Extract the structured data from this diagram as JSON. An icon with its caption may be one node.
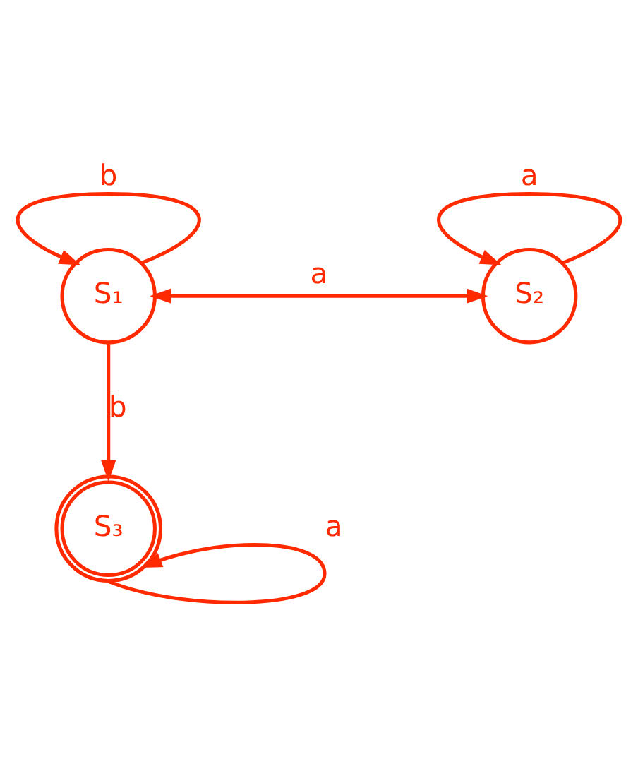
{
  "diagram": {
    "nodes": [
      {
        "text": [
          "S₁"
        ]
      },
      {
        "text": [
          "S₂"
        ]
      },
      {
        "text": [
          "S₃"
        ]
      }
    ],
    "edges": [
      {
        "from": 0,
        "to": 0,
        "arrow": "to",
        "label": "b"
      },
      {
        "from": 0,
        "to": 1,
        "arrow": "both",
        "label": "a"
      },
      {
        "from": 1,
        "to": 1,
        "arrow": "to",
        "label": "a"
      },
      {
        "from": 0,
        "to": 2,
        "arrow": "to",
        "label": "b"
      },
      {
        "from": 2,
        "to": 2,
        "arrow": "to",
        "label": "a"
      }
    ]
  }
}
